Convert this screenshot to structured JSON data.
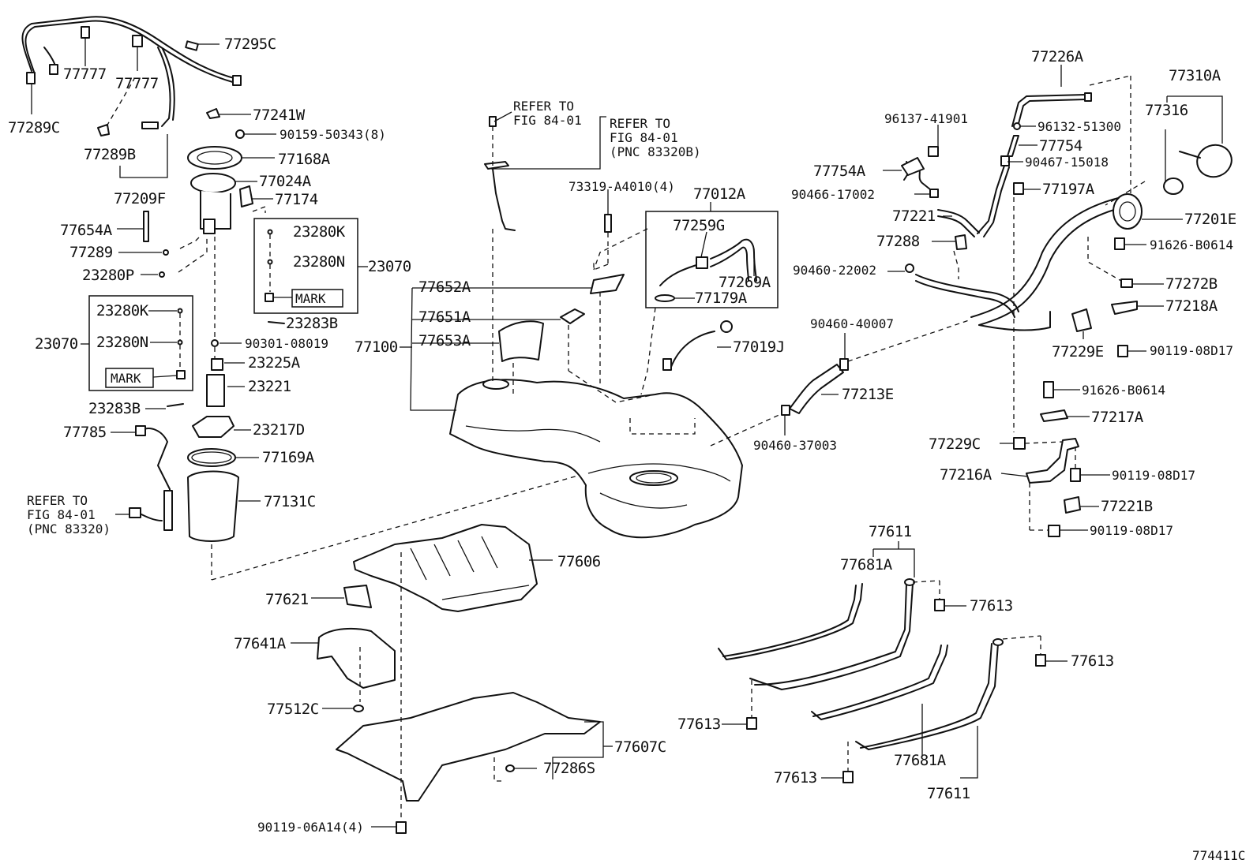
{
  "diagram_id": "774411C",
  "labels": {
    "p77295C": "77295C",
    "p77777a": "77777",
    "p77777b": "77777",
    "p77289C": "77289C",
    "p77289B": "77289B",
    "p77209F": "77209F",
    "p77241W": "77241W",
    "p90159": "90159-50343(8)",
    "p77168A": "77168A",
    "p77024A": "77024A",
    "p77174": "77174",
    "p77654A": "77654A",
    "p77289": "77289",
    "p23280P": "23280P",
    "p23280K_a": "23280K",
    "p23280N_a": "23280N",
    "p23070_a": "23070",
    "mark_a": "MARK",
    "p23283B_a": "23283B",
    "p23280K_b": "23280K",
    "p23280N_b": "23280N",
    "p23070_b": "23070",
    "mark_b": "MARK",
    "p90301": "90301-08019",
    "p23225A": "23225A",
    "p23221": "23221",
    "p23283B_b": "23283B",
    "p77785": "77785",
    "p23217D": "23217D",
    "p77169A": "77169A",
    "p77131C": "77131C",
    "refer_left_1": "REFER TO",
    "refer_left_2": "FIG 84-01",
    "refer_left_3": "(PNC 83320)",
    "refer_top_1": "REFER TO",
    "refer_top_2": "FIG 84-01",
    "refer_top2_1": "REFER TO",
    "refer_top2_2": "FIG 84-01",
    "refer_top2_3": "(PNC 83320B)",
    "p73319": "73319-A4010(4)",
    "p77012A": "77012A",
    "p77259G": "77259G",
    "p77269A": "77269A",
    "p77179A": "77179A",
    "p77652A": "77652A",
    "p77651A": "77651A",
    "p77653A": "77653A",
    "p77100": "77100",
    "p77019J": "77019J",
    "p90460_40007": "90460-40007",
    "p77213E": "77213E",
    "p90460_37003": "90460-37003",
    "p77606": "77606",
    "p77621": "77621",
    "p77641A": "77641A",
    "p77512C": "77512C",
    "p77607C": "77607C",
    "p77286S": "77286S",
    "p90119_06A14": "90119-06A14(4)",
    "p77226A": "77226A",
    "p96137": "96137-41901",
    "p96132": "96132-51300",
    "p77754": "77754",
    "p77754A": "77754A",
    "p90467": "90467-15018",
    "p90466": "90466-17002",
    "p77197A": "77197A",
    "p77221": "77221",
    "p77288": "77288",
    "p90460_22002": "90460-22002",
    "p77310A": "77310A",
    "p77316": "77316",
    "p77201E": "77201E",
    "p91626_a": "91626-B0614",
    "p77272B": "77272B",
    "p77218A": "77218A",
    "p77229E": "77229E",
    "p90119_a": "90119-08D17",
    "p91626_b": "91626-B0614",
    "p77217A": "77217A",
    "p77229C": "77229C",
    "p77216A": "77216A",
    "p90119_b": "90119-08D17",
    "p77221B": "77221B",
    "p90119_c": "90119-08D17",
    "p77611_a": "77611",
    "p77681A_a": "77681A",
    "p77613_a": "77613",
    "p77613_b": "77613",
    "p77613_c": "77613",
    "p77613_d": "77613",
    "p77681A_b": "77681A",
    "p77611_b": "77611"
  }
}
